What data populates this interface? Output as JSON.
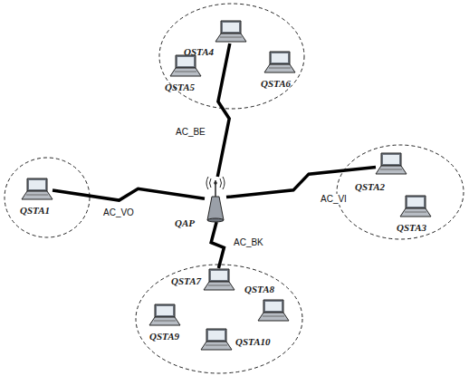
{
  "diagram": {
    "nodes": [
      {
        "text": [
          "QSTA4"
        ]
      },
      {
        "text": [
          "QSTA5"
        ]
      },
      {
        "text": [
          "QSTA6"
        ]
      },
      {
        "text": [
          "QSTA1"
        ]
      },
      {
        "text": [
          "QAP"
        ]
      },
      {
        "text": [
          "QSTA2"
        ]
      },
      {
        "text": [
          "QSTA3"
        ]
      },
      {
        "text": [
          "QSTA7"
        ]
      },
      {
        "text": [
          "QSTA8"
        ]
      },
      {
        "text": [
          "QSTA9"
        ]
      },
      {
        "text": [
          "QSTA10"
        ]
      }
    ],
    "edges": [
      {
        "from": 4,
        "to": 0,
        "arrow": "none",
        "label": "AC_BE"
      },
      {
        "from": 4,
        "to": 3,
        "arrow": "none",
        "label": "AC_VO"
      },
      {
        "from": 4,
        "to": 5,
        "arrow": "none",
        "label": "AC_VI"
      },
      {
        "from": 4,
        "to": 7,
        "arrow": "none",
        "label": "AC_BK"
      }
    ]
  }
}
